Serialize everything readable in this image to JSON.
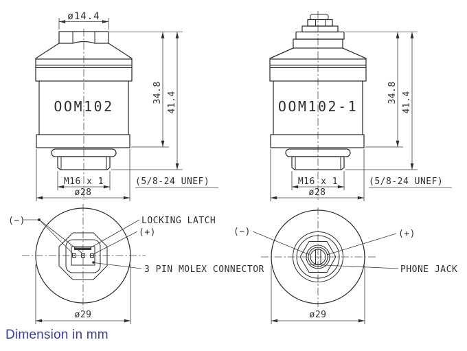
{
  "page": {
    "caption": "Dimension in mm",
    "caption_color": "#3c3bb0",
    "line_color": "#2e2e2e"
  },
  "front_left": {
    "model": "OOM102",
    "cap_diameter": "ø14.4",
    "height_to_base": "34.8",
    "height_total": "41.4",
    "thread": "M16 x 1",
    "thread_alt": "(5/8-24 UNEF)",
    "base_diameter": "ø28"
  },
  "front_right": {
    "model": "OOM102-1",
    "height_to_base": "34.8",
    "height_total": "41.4",
    "thread": "M16 x 1",
    "thread_alt": "(5/8-24 UNEF)",
    "base_diameter": "ø28"
  },
  "bottom_left": {
    "negative": "(−)",
    "latch": "LOCKING LATCH",
    "positive": "(+)",
    "connector": "3 PIN MOLEX CONNECTOR",
    "diameter": "ø29"
  },
  "bottom_right": {
    "negative": "(−)",
    "positive": "(+)",
    "jack": "PHONE JACK",
    "diameter": "ø29"
  }
}
